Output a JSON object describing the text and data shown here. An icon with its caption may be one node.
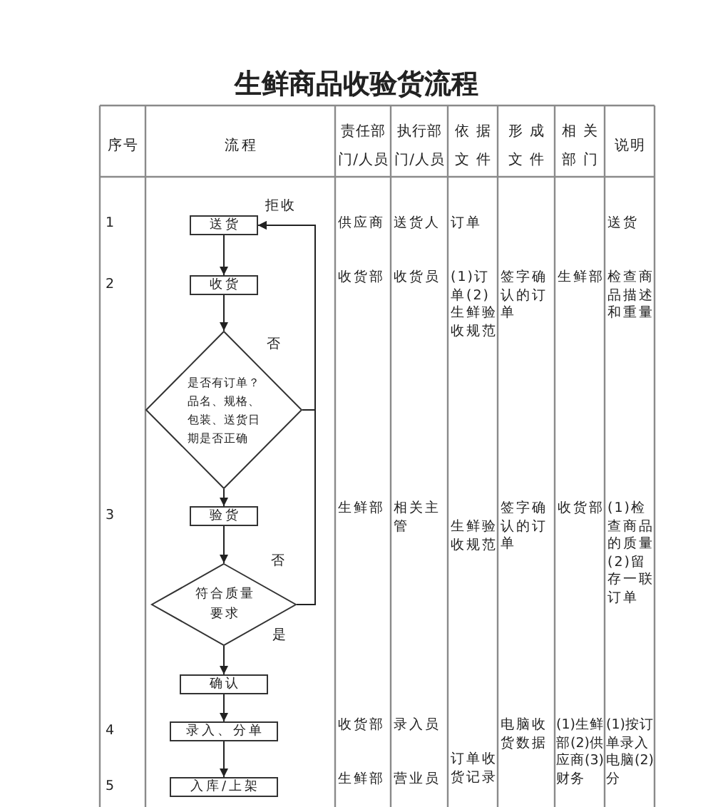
{
  "diagram": {
    "title": "生鲜商品收验货流程",
    "nodes": [
      {
        "text": [
          "送货"
        ]
      },
      {
        "text": [
          "收货"
        ]
      },
      {
        "text": [
          "是否有订单？品名、规格、包装、送货日期是否正确"
        ]
      },
      {
        "text": [
          "验货"
        ]
      },
      {
        "text": [
          "符合质量要求"
        ]
      },
      {
        "text": [
          "确认"
        ]
      },
      {
        "text": [
          "录入、分单"
        ]
      },
      {
        "text": [
          "入库/上架"
        ]
      }
    ],
    "edges": [
      {
        "from": 0,
        "to": 1,
        "arrow": "to"
      },
      {
        "from": 1,
        "to": 2,
        "arrow": "to"
      },
      {
        "from": 2,
        "to": 3,
        "arrow": "to"
      },
      {
        "from": 3,
        "to": 4,
        "arrow": "to"
      },
      {
        "from": 4,
        "to": 5,
        "arrow": "to",
        "label": "是"
      },
      {
        "from": 5,
        "to": 6,
        "arrow": "to"
      },
      {
        "from": 6,
        "to": 7,
        "arrow": "to"
      },
      {
        "from": 2,
        "to": 0,
        "arrow": "to",
        "label": "否"
      },
      {
        "from": 4,
        "to": 0,
        "arrow": "to",
        "label": "否"
      }
    ],
    "labels": [
      "序号",
      "流程",
      "责任部门/人员",
      "执行部门/人员",
      "依据文件",
      "形成文件",
      "相关部门",
      "说明",
      "拒收",
      "1",
      "供应商",
      "送货人",
      "订单",
      "送货",
      "2",
      "收货部",
      "收货员",
      "(1)订单(2)生鲜验收规范",
      "签字确认的订单",
      "生鲜部",
      "检查商品描述和重量",
      "3",
      "生鲜部",
      "相关主管",
      "生鲜验收规范",
      "签字确认的订单",
      "收货部",
      "(1)检查商品的质量(2)留存一联订单",
      "4",
      "收货部",
      "录入员",
      "电脑收货数据",
      "(1)生鲜部(2)供应商(3)财务",
      "(1)按订单录入电脑(2)分",
      "5",
      "生鲜部",
      "营业员",
      "订单收货记录"
    ]
  }
}
